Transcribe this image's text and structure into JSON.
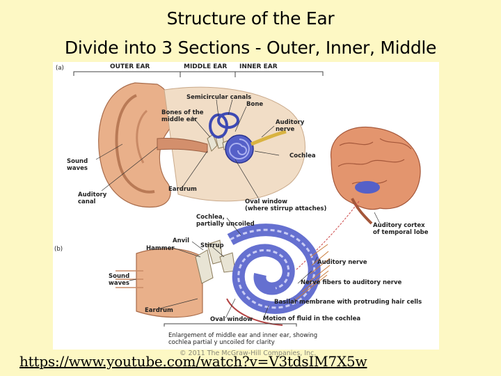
{
  "title": {
    "line1": "Structure of the Ear",
    "line2": "Divide into 3 Sections - Outer, Inner, Middle"
  },
  "figure": {
    "panel_a": "(a)",
    "panel_b": "(b)",
    "sections": [
      "OUTER EAR",
      "MIDDLE EAR",
      "INNER EAR"
    ],
    "labels_a": {
      "semicircular": "Semicircular canals",
      "bone": "Bone",
      "bones_middle": "Bones of the\nmiddle ear",
      "auditory_nerve": "Auditory\nnerve",
      "sound_waves": "Sound\nwaves",
      "cochlea": "Cochlea",
      "auditory_canal": "Auditory\ncanal",
      "eardrum": "Eardrum",
      "oval_window": "Oval window\n(where stirrup attaches)"
    },
    "labels_brain": {
      "cortex": "Auditory cortex\nof temporal lobe"
    },
    "labels_b": {
      "cochlea_unc": "Cochlea,\npartially uncoiled",
      "anvil": "Anvil",
      "hammer": "Hammer",
      "stirrup": "Stirrup",
      "auditory_nerve": "Auditory nerve",
      "sound_waves": "Sound\nwaves",
      "nerve_fibers": "Nerve fibers to auditory nerve",
      "basilar": "Basilar membrane with protruding hair cells",
      "eardrum": "Eardrum",
      "oval_window": "Oval window",
      "motion": "Motion of fluid in the cochlea",
      "caption": "Enlargement of middle ear and inner ear, showing\ncochlea partial y uncoiled for clarity"
    },
    "copyright": "© 2011 The McGraw-Hill Companies, Inc."
  },
  "link": "https://www.youtube.com/watch?v=V3tdsIM7X5w",
  "colors": {
    "background": "#fdf8c4",
    "skin": "#e9b08a",
    "cochlea": "#5560c8",
    "brain": "#e3956e",
    "nerve": "#d9b341"
  }
}
